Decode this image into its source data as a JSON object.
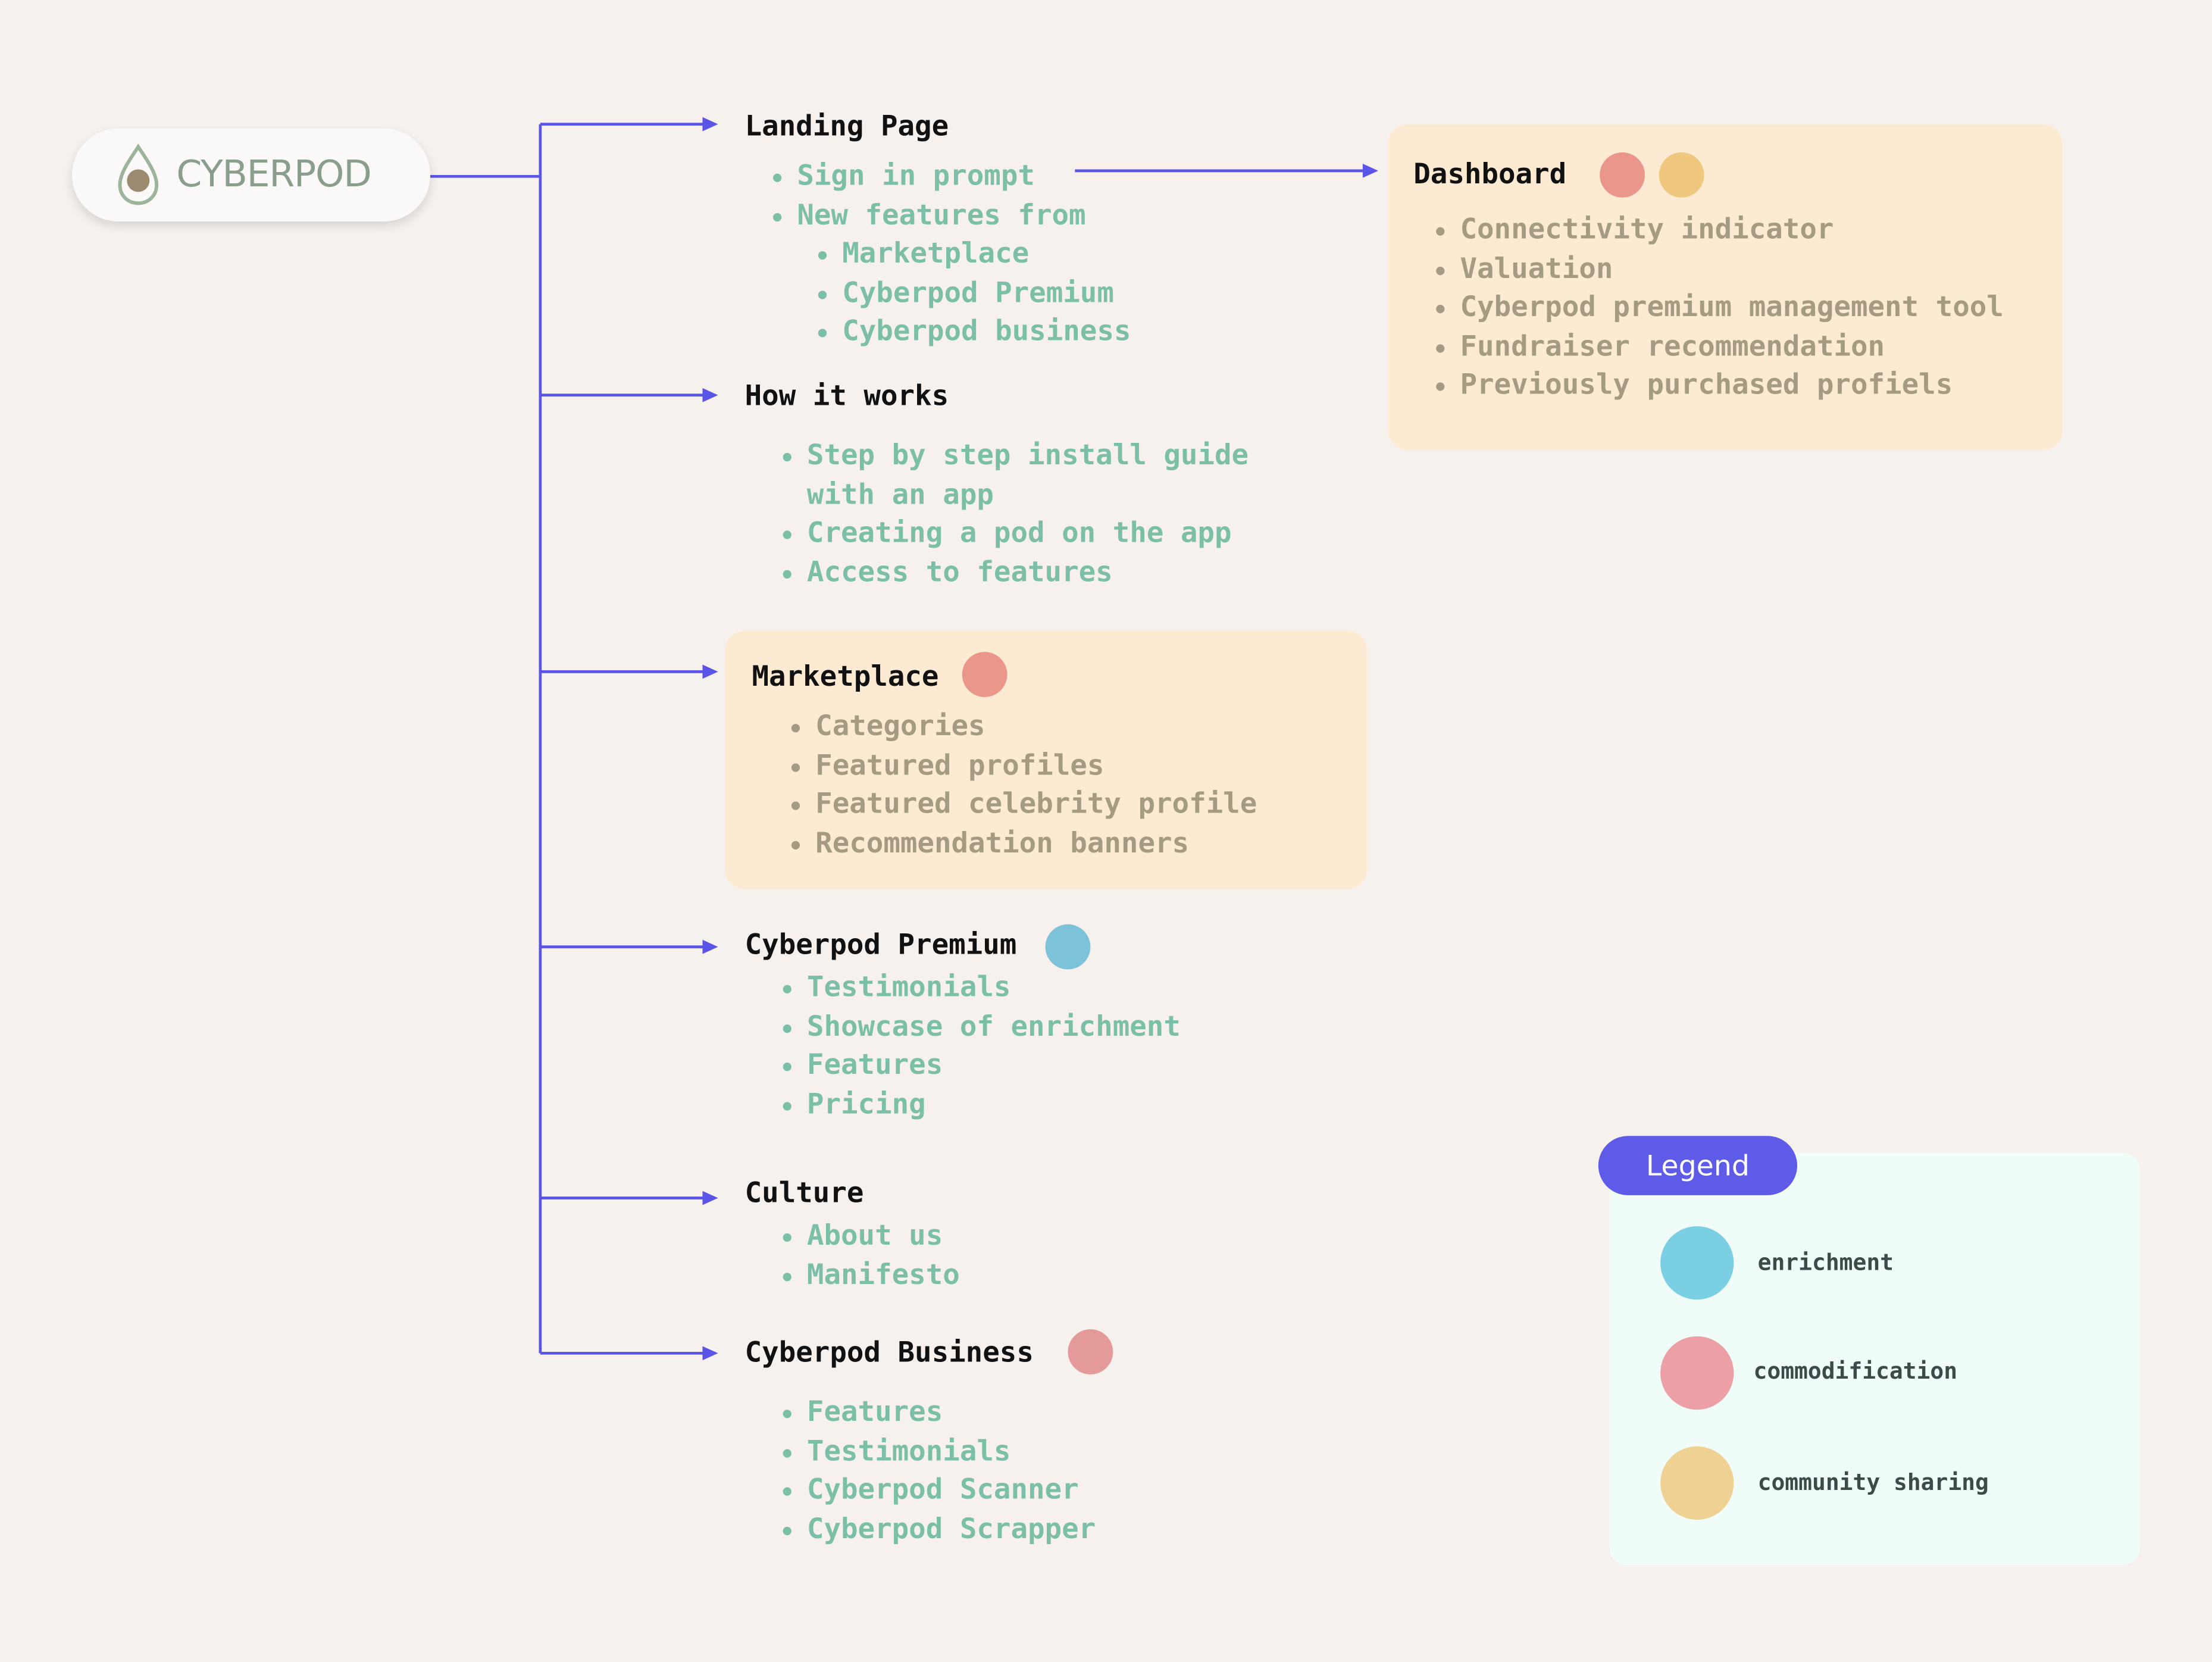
{
  "colors": {
    "background": "#f7f1ed",
    "connector": "#5a55e6",
    "item_teal": "#7cbfa7",
    "item_brown": "#a59a82",
    "panel": "#fdead2",
    "legend_panel": "#effcf8",
    "legend_tab": "#5f5be9",
    "enrichment": "#7bcfe2",
    "commodification": "#eca0a6",
    "community_sharing": "#efd193"
  },
  "logo": {
    "text": "CYBERPOD",
    "icon": "avocado-icon"
  },
  "landing": {
    "title": "Landing Page",
    "items": [
      "Sign in prompt",
      "New features from"
    ],
    "subitems": [
      "Marketplace",
      "Cyberpod Premium",
      "Cyberpod business"
    ]
  },
  "dashboard": {
    "title": "Dashboard",
    "tags": [
      "commodification",
      "community sharing"
    ],
    "items": [
      "Connectivity indicator",
      "Valuation",
      "Cyberpod premium management tool",
      "Fundraiser recommendation",
      "Previously purchased profiels"
    ]
  },
  "how_it_works": {
    "title": "How it works",
    "items": [
      "Step by step install guide with an app",
      "Creating a pod on the app",
      "Access to features"
    ]
  },
  "marketplace": {
    "title": "Marketplace",
    "tags": [
      "commodification"
    ],
    "items": [
      "Categories",
      "Featured profiles",
      "Featured celebrity profile",
      "Recommendation banners"
    ]
  },
  "premium": {
    "title": "Cyberpod Premium",
    "tags": [
      "enrichment"
    ],
    "items": [
      "Testimonials",
      "Showcase of enrichment",
      "Features",
      "Pricing"
    ]
  },
  "culture": {
    "title": "Culture",
    "items": [
      "About us",
      "Manifesto"
    ]
  },
  "business": {
    "title": "Cyberpod Business",
    "tags": [
      "commodification"
    ],
    "items": [
      "Features",
      "Testimonials",
      "Cyberpod Scanner",
      "Cyberpod Scrapper"
    ]
  },
  "legend": {
    "title": "Legend",
    "entries": [
      {
        "label": "enrichment",
        "color": "#7bcfe2"
      },
      {
        "label": "commodification",
        "color": "#eca0a6"
      },
      {
        "label": "community sharing",
        "color": "#efd193"
      }
    ]
  }
}
